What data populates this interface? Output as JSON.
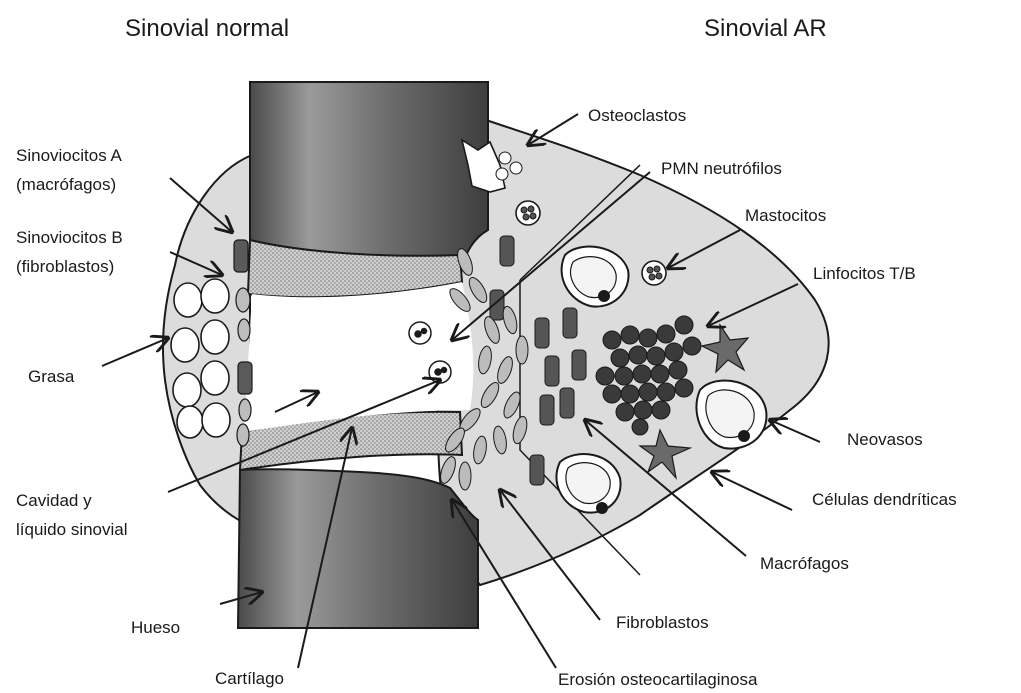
{
  "headers": {
    "left": "Sinovial normal",
    "right": "Sinovial AR"
  },
  "labels": {
    "sinoviocitos_a_1": "Sinoviocitos A",
    "sinoviocitos_a_2": "(macrófagos)",
    "sinoviocitos_b_1": "Sinoviocitos B",
    "sinoviocitos_b_2": "(fibroblastos)",
    "grasa": "Grasa",
    "cavidad_1": "Cavidad y",
    "cavidad_2": "líquido sinovial",
    "hueso": "Hueso",
    "cartilago": "Cartílago",
    "osteoclastos": "Osteoclastos",
    "pmn": "PMN neutrófilos",
    "mastocitos": "Mastocitos",
    "linfocitos": "Linfocitos T/B",
    "neovasos": "Neovasos",
    "celulas_dendriticas": "Células dendríticas",
    "macrofagos": "Macrófagos",
    "fibroblastos": "Fibroblastos",
    "erosion": "Erosión osteocartilaginosa"
  },
  "colors": {
    "bone": "#5e5e5e",
    "bone_highlight": "#9a9a9a",
    "synovium": "#d8d8d8",
    "cartilage": "#c6c6c6",
    "cell_dark": "#3a3a3a",
    "outline": "#1a1a1a"
  }
}
